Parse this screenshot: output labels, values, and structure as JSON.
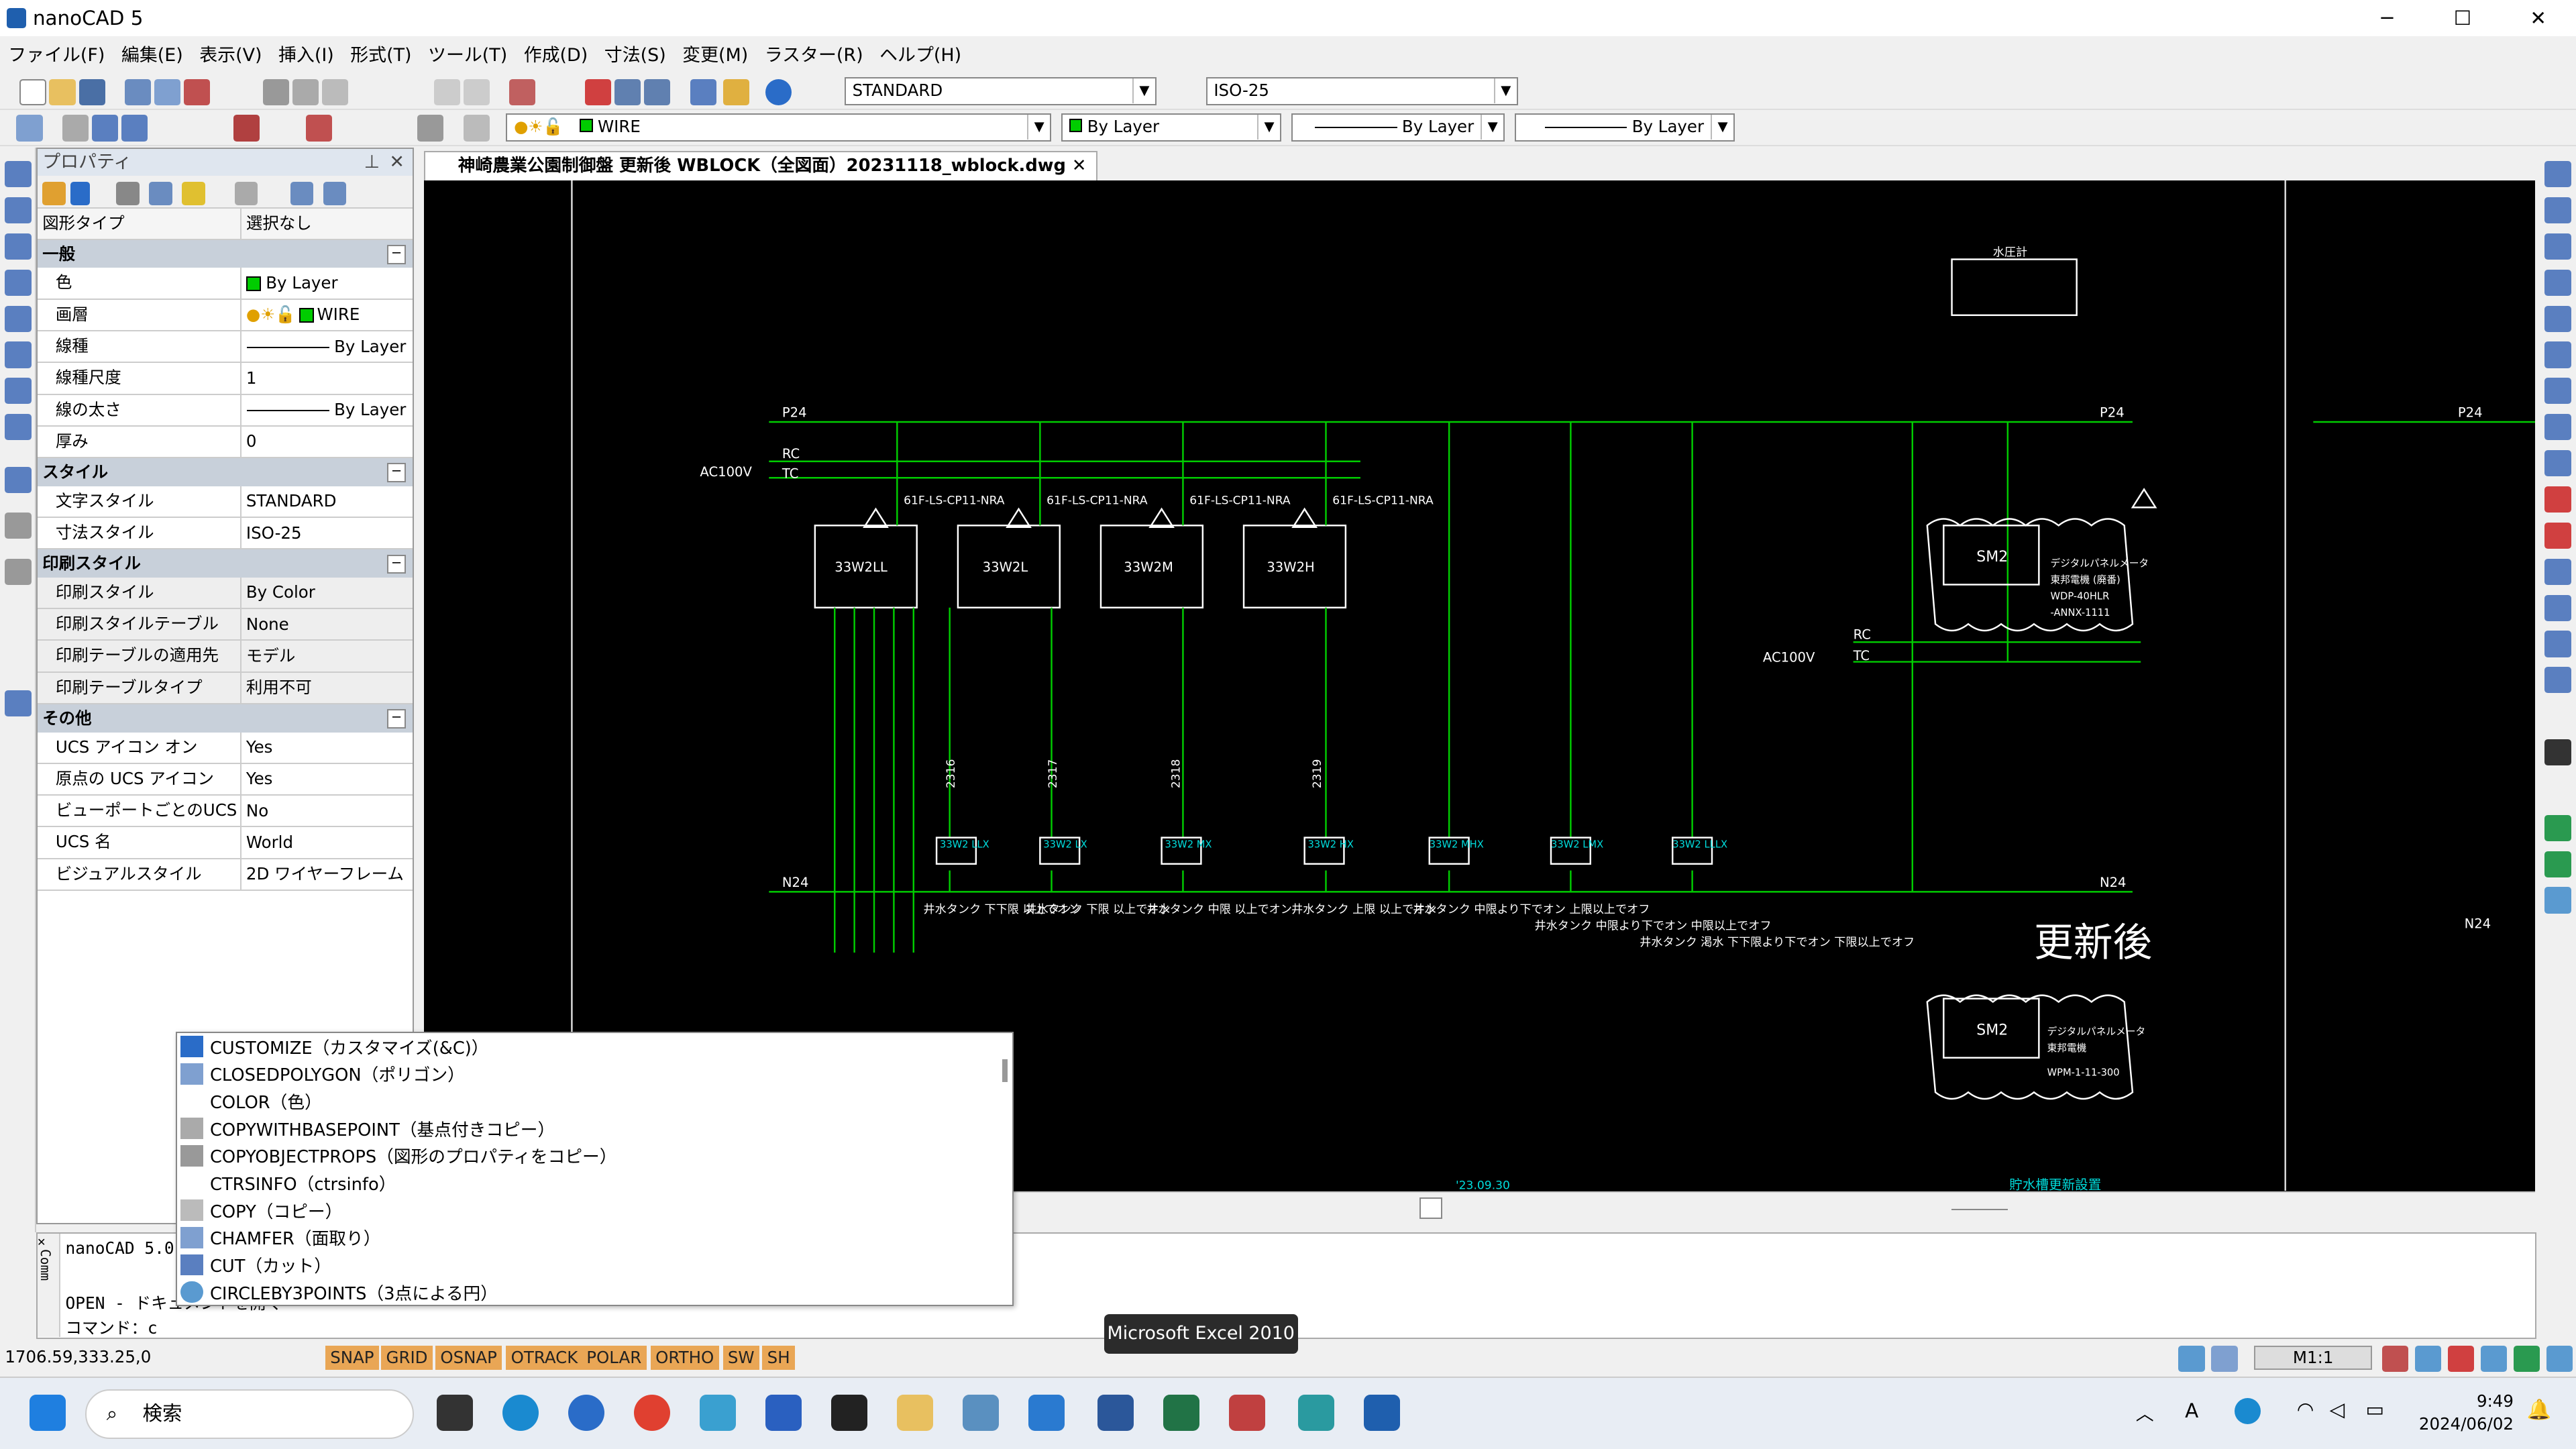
{
  "window": {
    "title": "nanoCAD 5",
    "min": "─",
    "max": "☐",
    "close": "✕"
  },
  "menu": [
    "ファイル(F)",
    "編集(E)",
    "表示(V)",
    "挿入(I)",
    "形式(T)",
    "ツール(T)",
    "作成(D)",
    "寸法(S)",
    "変更(M)",
    "ラスター(R)",
    "ヘルプ(H)"
  ],
  "toolbar": {
    "text_style": "STANDARD",
    "dim_style": "ISO-25",
    "layer": "WIRE",
    "color": "By Layer",
    "linetype": "By Layer",
    "lineweight": "By Layer"
  },
  "properties": {
    "title": "プロパティ",
    "type_label": "図形タイプ",
    "type_value": "選択なし",
    "sections": [
      {
        "name": "一般",
        "rows": [
          [
            "色",
            "By Layer"
          ],
          [
            "画層",
            "WIRE"
          ],
          [
            "線種",
            "By Layer"
          ],
          [
            "線種尺度",
            "1"
          ],
          [
            "線の太さ",
            "By Layer"
          ],
          [
            "厚み",
            "0"
          ]
        ]
      },
      {
        "name": "スタイル",
        "rows": [
          [
            "文字スタイル",
            "STANDARD"
          ],
          [
            "寸法スタイル",
            "ISO-25"
          ]
        ]
      },
      {
        "name": "印刷スタイル",
        "rows": [
          [
            "印刷スタイル",
            "By Color"
          ],
          [
            "印刷スタイルテーブル",
            "None"
          ],
          [
            "印刷テーブルの適用先",
            "モデル"
          ],
          [
            "印刷テーブルタイプ",
            "利用不可"
          ]
        ]
      },
      {
        "name": "その他",
        "rows": [
          [
            "UCS アイコン オン",
            "Yes"
          ],
          [
            "原点の UCS アイコン",
            "Yes"
          ],
          [
            "ビューポートごとのUCS",
            "No"
          ],
          [
            "UCS 名",
            "World"
          ],
          [
            "ビジュアルスタイル",
            "2D ワイヤーフレーム"
          ]
        ]
      }
    ]
  },
  "drawing": {
    "tab": "神崎農業公園制御盤 更新後 WBLOCK（全図面）20231118_wblock.dwg",
    "labels": {
      "p24": "P24",
      "n24": "N24",
      "ac100v": "AC100V",
      "rc": "RC",
      "tc": "TC",
      "koshingo": "更新後",
      "suiatsukei": "水圧計",
      "sm2": "SM2",
      "date": "'23.09.30",
      "bottom_note": "貯水槽更新設置"
    },
    "relays": [
      {
        "name": "33W2LL",
        "model": "61F-LS-CP11-NRA",
        "wire": "2316",
        "tag": "33W2 LLX",
        "note": "井水タンク 下下限 以上でオン"
      },
      {
        "name": "33W2L",
        "model": "61F-LS-CP11-NRA",
        "wire": "2317",
        "tag": "33W2 LX",
        "note": "井水タンク 下限 以上でオン"
      },
      {
        "name": "33W2M",
        "model": "61F-LS-CP11-NRA",
        "wire": "2318",
        "tag": "33W2 MX",
        "note": "井水タンク 中限 以上でオン"
      },
      {
        "name": "33W2H",
        "model": "61F-LS-CP11-NRA",
        "wire": "2319",
        "tag": "33W2 HX",
        "note": "井水タンク 上限 以上でオン"
      }
    ],
    "aux": [
      {
        "tag": "33W2 MHX",
        "note": "井水タンク 中限より下でオン 上限以上でオフ"
      },
      {
        "tag": "33W2 LMX",
        "note": "井水タンク 中限より下でオン 中限以上でオフ"
      },
      {
        "tag": "33W2 LLLX",
        "note": "井水タンク 渇水 下下限より下でオン 下限以上でオフ"
      }
    ],
    "meter1": [
      "デジタルパネルメータ",
      "東邦電機 (廃番)",
      "WDP-40HLR",
      "-ANNX-1111"
    ],
    "meter2": [
      "デジタルパネルメータ",
      "東邦電機",
      "WPM-1-11-300"
    ]
  },
  "command": {
    "lines": [
      "nanoCAD 5.0",
      "OPEN - ドキュメントを開く",
      "コマンド：c"
    ],
    "side": "Comm"
  },
  "autocomplete": [
    "CUSTOMIZE（カスタマイズ(&C)）",
    "CLOSEDPOLYGON（ポリゴン）",
    "COLOR（色）",
    "COPYWITHBASEPOINT（基点付きコピー）",
    "COPYOBJECTPROPS（図形のプロパティをコピー）",
    "CTRSINFO（ctrsinfo）",
    "COPY（コピー）",
    "CHAMFER（面取り）",
    "CUT（カット）",
    "CIRCLEBY3POINTS（3点による円）"
  ],
  "status": {
    "coords": "1706.59,333.25,0",
    "buttons": [
      "SNAP",
      "GRID",
      "OSNAP",
      "OTRACK",
      "POLAR",
      "ORTHO",
      "SW",
      "SH"
    ],
    "scale": "M1:1"
  },
  "tooltip": "Microsoft Excel 2010",
  "taskbar": {
    "search": "検索",
    "ime": "A",
    "time": "9:49",
    "date": "2024/06/02"
  },
  "colors": {
    "snap_on": "#e9a655",
    "canvas": "#000000",
    "wire": "#00cc00",
    "cyan": "#00d5d5"
  }
}
